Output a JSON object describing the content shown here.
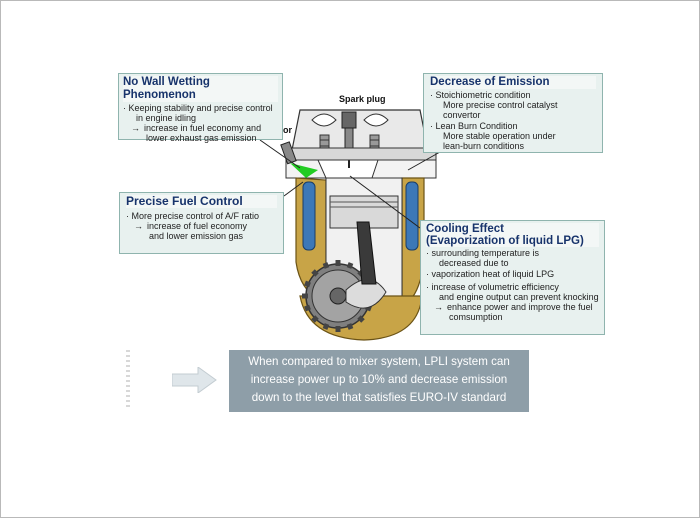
{
  "wall_wetting": {
    "title": "No Wall Wetting Phenomenon",
    "line1": "· Keeping stability and precise control",
    "line2": "in engine idling",
    "result1": "increase in fuel economy and",
    "result2": "lower exhaust gas emission"
  },
  "emission": {
    "title": "Decrease of Emission",
    "line1": "· Stoichiometric condition",
    "line2": "More precise control catalyst convertor",
    "line3": "· Lean Burn Condition",
    "line4": "More stable operation under",
    "line5": "lean-burn conditions"
  },
  "fuel_control": {
    "title": "Precise Fuel Control",
    "line1": "· More precise control of A/F ratio",
    "result1": "increase of fuel economy",
    "result2": "and lower emission gas"
  },
  "cooling": {
    "title": "Cooling Effect",
    "subtitle": "(Evaporization of liquid LPG)",
    "line1": "· surrounding temperature is",
    "line2": "decreased due to",
    "line3": "· vaporization heat of liquid LPG",
    "line4": "· increase of volumetric efficiency",
    "line5": "and engine output  can prevent knocking",
    "result1": "enhance power and improve the fuel",
    "result2": "comsumption"
  },
  "labels": {
    "spark_plug": "Spark plug",
    "injector_fragment": "or"
  },
  "summary": {
    "line1": "When compared to mixer system, LPLI system  can",
    "line2": "increase power up to 10% and decrease emission",
    "line3": "down to the level that satisfies EURO-IV  standard"
  },
  "icons": [
    "gear-icon",
    "arrow-right-icon",
    "spark-plug-icon",
    "injector-icon"
  ],
  "colors": {
    "callout_bg": "#e8f1ef",
    "callout_title": "#17336b",
    "engine_block": "#c8a447",
    "coolant": "#3c78b8",
    "summary_bg": "#8e9ea8",
    "fuel_spray": "#22cc22"
  }
}
